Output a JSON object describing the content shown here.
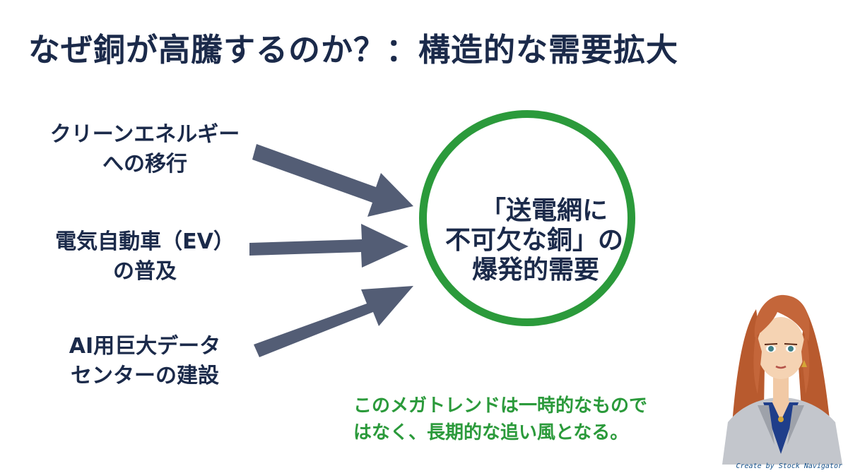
{
  "title": "なぜ銅が高騰するのか？：構造的な需要拡大",
  "drivers": [
    {
      "line1": "クリーンエネルギー",
      "line2": "への移行"
    },
    {
      "line1": "電気自動車（EV）",
      "line2": "の普及"
    },
    {
      "line1": "AI用巨大データ",
      "line2": "センターの建設"
    }
  ],
  "center": {
    "line1": "「送電網に",
    "line2": "不可欠な銅」の",
    "line3": "爆発的需要"
  },
  "note": {
    "line1": "このメガトレンドは一時的なもので",
    "line2": "はなく、長期的な追い風となる。"
  },
  "credit": "Create by Stock Navigator",
  "colors": {
    "text": "#1b2a4a",
    "accent_green": "#2b9a3b",
    "arrow": "#535d75"
  }
}
